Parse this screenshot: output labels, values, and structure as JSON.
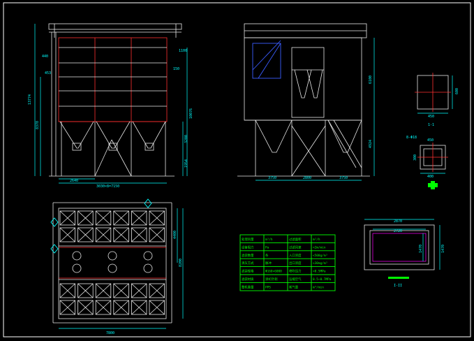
{
  "colors": {
    "background": "#000000",
    "frame": "#ffffff",
    "dimension": "#00ffff",
    "structure_white": "#e8e8e8",
    "structure_red": "#ff3030",
    "structure_blue": "#3a5cff",
    "table_green": "#00ff00"
  },
  "front_view": {
    "total_height": "13774",
    "lower_height": "8378",
    "right_height": "10076",
    "hopper_height": "3200",
    "base_height": "1954",
    "left_marks": [
      "440",
      "453"
    ],
    "right_marks": [
      "1100",
      "150"
    ],
    "bottom_left": "2640",
    "bottom_total": "3030×8=7150"
  },
  "side_view": {
    "height_upper": "6100",
    "height_lower": "4924",
    "bottom_dims": [
      "3750",
      "2800",
      "3750"
    ]
  },
  "detail_views": {
    "top_detail_width": "450",
    "top_detail_height": "600",
    "top_detail_label": "1-1",
    "flange_label": "8-Φ18",
    "flange_width": "450",
    "flange_height": "300",
    "flange_side": "400"
  },
  "plan_view": {
    "height_upper": "4400",
    "height_total": "8200",
    "width": "7800"
  },
  "outlet_section": {
    "outer_width": "2870",
    "inner_width": "2720",
    "inner_height": "1470",
    "outer_height": "1470",
    "label": "I-II"
  },
  "params_table": {
    "rows": [
      [
        "处理风量",
        "m³/h",
        "过滤面积",
        "m²/h"
      ],
      [
        "设备阻力",
        "Pa",
        "过滤风速",
        "<2m/min"
      ],
      [
        "滤袋数量",
        "条",
        "入口浓度",
        "<500g/m³"
      ],
      [
        "清灰方式",
        "脉冲",
        "出口浓度",
        "<30mg/m³"
      ],
      [
        "滤袋规格",
        "Φ160×6000",
        "喷吹压力",
        "<0.5MPa"
      ],
      [
        "滤袋材质",
        "涤纶针刺",
        "压缩空气",
        "0.5~0.7MPa"
      ],
      [
        "整机重量",
        "PPS",
        "耗气量",
        "m³/min"
      ]
    ]
  }
}
